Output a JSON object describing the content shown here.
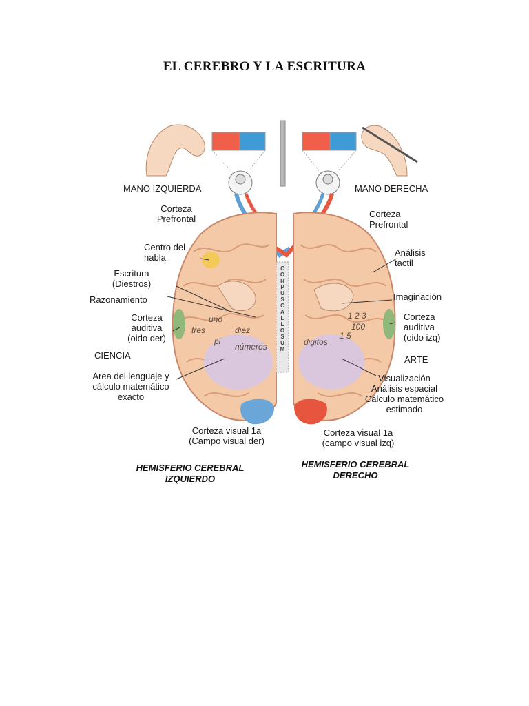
{
  "document": {
    "title": "EL CEREBRO Y LA ESCRITURA"
  },
  "diagram": {
    "labels": {
      "mano_izquierda": "MANO IZQUIERDA",
      "mano_derecha": "MANO DERECHA",
      "corteza_prefrontal_left": "Corteza\nPrefrontal",
      "corteza_prefrontal_right": "Corteza\nPrefrontal",
      "centro_habla": "Centro del\nhabla",
      "escritura": "Escritura\n(Diestros)",
      "razonamiento": "Razonamiento",
      "corteza_auditiva_der": "Corteza\nauditiva\n(oido der)",
      "ciencia": "CIENCIA",
      "area_lenguaje": "Área del lenguaje y\ncálculo matemático\nexacto",
      "corteza_visual_der": "Corteza visual 1a\n(Campo visual der)",
      "analisis_tactil": "Análisis\ntactil",
      "imaginacion": "Imaginación",
      "corteza_auditiva_izq": "Corteza\nauditiva\n(oido izq)",
      "arte": "ARTE",
      "visualizacion": "Visualización\nAnálisis espacial\nCálculo matemático\nestimado",
      "corteza_visual_izq": "Corteza visual 1a\n(campo visual izq)"
    },
    "inner_words": {
      "uno": "uno",
      "tres": "tres",
      "diez": "diez",
      "pi": "pi",
      "numeros": "números",
      "digitos": "digitos",
      "n123": "1 2 3",
      "n100": "100",
      "n15": "1 5"
    },
    "corpus_callosum": "CORPUS CALLOSUM",
    "captions": {
      "left": "HEMISFERIO CEREBRAL\nIZQUIERDO",
      "right": "HEMISFERIO CEREBRAL\nDERECHO"
    },
    "colors": {
      "brain": "#f4c9a8",
      "gyri": "#d99b78",
      "lilac": "#d7c6e3",
      "visual_left": "#6aa7d8",
      "visual_right": "#e8553f",
      "field_red": "#ef5f4a",
      "field_blue": "#3f9ad6",
      "speech": "#f2c94c",
      "auditory": "#8fb87a"
    }
  }
}
